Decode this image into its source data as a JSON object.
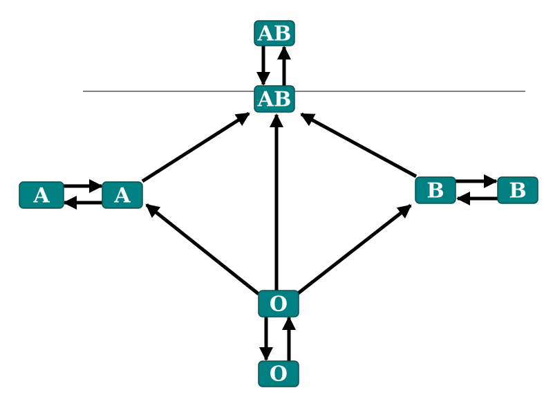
{
  "diagram": {
    "colors": {
      "node_fill": "#008080",
      "node_stroke": "#0b4f4f",
      "text": "#ffffff",
      "arrow": "#000000",
      "divider": "#000000"
    },
    "nodes": {
      "ab_top": {
        "label": "AB"
      },
      "ab": {
        "label": "AB"
      },
      "a_left": {
        "label": "A"
      },
      "a_right": {
        "label": "A"
      },
      "b_left": {
        "label": "B"
      },
      "b_right": {
        "label": "B"
      },
      "o_top": {
        "label": "O"
      },
      "o_bottom": {
        "label": "O"
      }
    }
  }
}
